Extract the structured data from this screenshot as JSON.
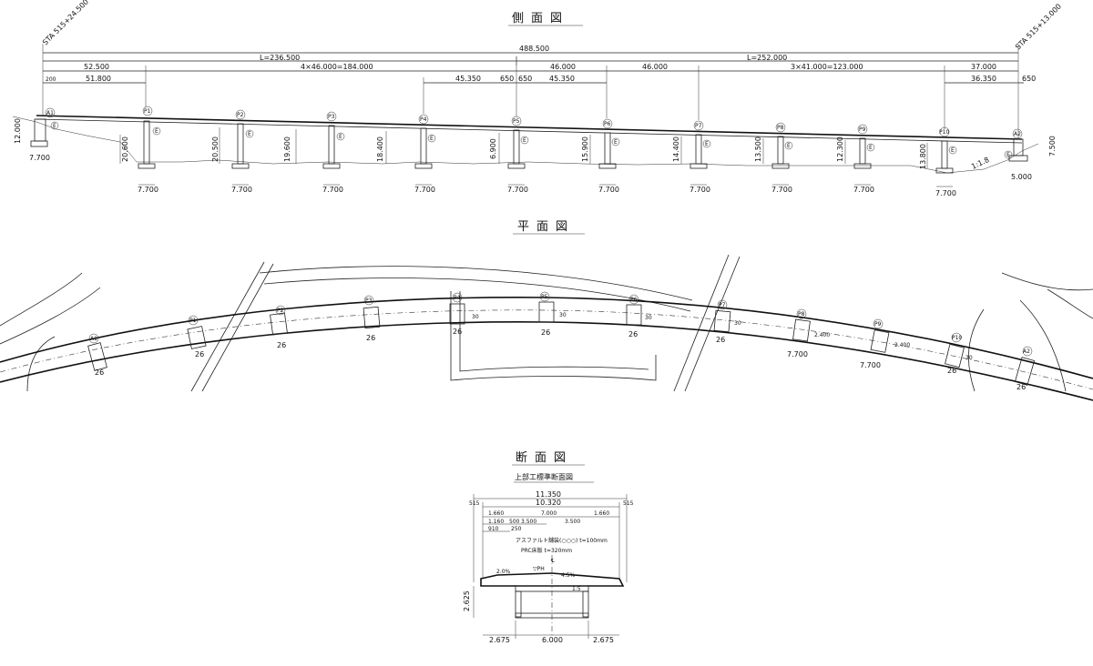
{
  "side_view": {
    "title": "側面図",
    "sta_left": "STA 515+24.500",
    "sta_right": "STA 515+13.000",
    "total": "488.500",
    "span_left": "L=236.500",
    "span_right": "L=252.000",
    "dims_row2": [
      "52.500",
      "4×46.000=184.000",
      "46.000",
      "46.000",
      "3×41.000=123.000",
      "37.000"
    ],
    "dims_row3": [
      "200",
      "51.800",
      "45.350",
      "650",
      "650",
      "45.350",
      "36.350",
      "650"
    ],
    "supports": [
      "A1",
      "P1",
      "P2",
      "P3",
      "P4",
      "P5",
      "P6",
      "P7",
      "P8",
      "P9",
      "P10",
      "A2"
    ],
    "heights": [
      "12.000",
      "20.600",
      "20.500",
      "19.600",
      "18.400",
      "6.900",
      "15.900",
      "14.400",
      "13.500",
      "12.300",
      "13.800",
      "7.500"
    ],
    "footing_width": "7.700",
    "a2_footing": "5.000",
    "slope": "1:1.8",
    "e_mark": "E"
  },
  "plan_view": {
    "title": "平面図",
    "supports": [
      "A1",
      "P1",
      "P2",
      "P3",
      "P4",
      "P5",
      "P6",
      "P7",
      "P8",
      "P9",
      "P10",
      "A2"
    ],
    "bearing_width": "26",
    "skew": "30",
    "footing_width": "7.700",
    "pier_width": "2.400"
  },
  "section_view": {
    "title": "断面図",
    "subtitle": "上部工標準断面図",
    "total_width": "11.350",
    "inner_width": "10.320",
    "edge": "515",
    "sidewalk": "1.660",
    "carriageway": "7.000",
    "lane_left": "3.500",
    "lane_right": "3.500",
    "curb": "1.160",
    "d500": "500",
    "d250": "250",
    "d910": "910",
    "pavement": "アスファルト舗装(○○○) t=100mm",
    "deck": "PRC床版 t=320mm",
    "ph": "▽PH",
    "cl": "℄",
    "slope_left": "2.0%",
    "slope_right": "4.5%",
    "side_slope": "1:5",
    "girder_depth": "2.625",
    "bottom_left": "2.675",
    "bottom_mid": "6.000",
    "bottom_right": "2.675"
  }
}
